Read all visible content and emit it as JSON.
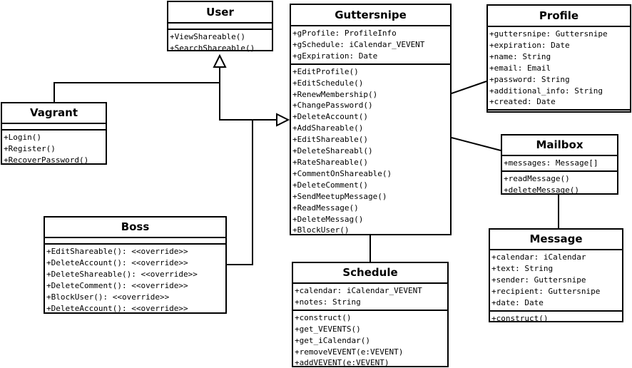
{
  "classes": {
    "user": {
      "name": "User",
      "attributes": [],
      "operations": [
        "+ViewShareable()",
        "+SearchShareable()"
      ]
    },
    "guttersnipe": {
      "name": "Guttersnipe",
      "attributes": [
        "+gProfile: ProfileInfo",
        "+gSchedule: iCalendar_VEVENT",
        "+gExpiration: Date"
      ],
      "operations": [
        "+EditProfile()",
        "+EditSchedule()",
        "+RenewMembership()",
        "+ChangePassword()",
        "+DeleteAccount()",
        "+AddShareable()",
        "+EditShareable()",
        "+DeleteShareabl()",
        "+RateShareable()",
        "+CommentOnShareable()",
        "+DeleteComment()",
        "+SendMeetupMessage()",
        "+ReadMessage()",
        "+DeleteMessag()",
        "+BlockUser()"
      ]
    },
    "profile": {
      "name": "Profile",
      "attributes": [
        "+guttersnipe: Guttersnipe",
        "+expiration: Date",
        "+name: String",
        "+email: Email",
        "+password: String",
        "+additional_info: String",
        "+created: Date"
      ],
      "operations": []
    },
    "vagrant": {
      "name": "Vagrant",
      "attributes": [],
      "operations": [
        "+Login()",
        "+Register()",
        "+RecoverPassword()"
      ]
    },
    "mailbox": {
      "name": "Mailbox",
      "attributes": [
        "+messages: Message[]"
      ],
      "operations": [
        "+readMessage()",
        "+deleteMessage()"
      ]
    },
    "boss": {
      "name": "Boss",
      "attributes": [],
      "operations": [
        "+EditShareable(): <<override>>",
        "+DeleteAccount(): <<override>>",
        "+DeleteShareable(): <<override>>",
        "+DeleteComment(): <<override>>",
        "+BlockUser(): <<override>>",
        "+DeleteAccount(): <<override>>"
      ]
    },
    "schedule": {
      "name": "Schedule",
      "attributes": [
        "+calendar: iCalendar_VEVENT",
        "+notes: String"
      ],
      "operations": [
        "+construct()",
        "+get_VEVENTS()",
        "+get_iCalendar()",
        "+removeVEVENT(e:VEVENT)",
        "+addVEVENT(e:VEVENT)"
      ]
    },
    "message": {
      "name": "Message",
      "attributes": [
        "+calendar: iCalendar",
        "+text: String",
        "+sender: Guttersnipe",
        "+recipient: Guttersnipe",
        "+date: Date"
      ],
      "operations": [
        "+construct()"
      ]
    }
  }
}
